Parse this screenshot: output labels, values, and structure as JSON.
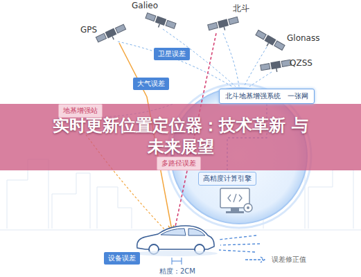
{
  "diagram": {
    "title": "实时更新位置定位器：技术革新 与未来展望",
    "nodes": [
      {
        "text": [
          "卫星误差"
        ]
      },
      {
        "text": [
          "大气误差"
        ]
      },
      {
        "text": [
          "北斗地基增强系统　一张网"
        ]
      },
      {
        "text": [
          "地基增强站"
        ]
      },
      {
        "text": [
          "多路径误差"
        ]
      },
      {
        "text": [
          "高精度计算引擎"
        ]
      },
      {
        "text": [
          "设备误差"
        ]
      }
    ],
    "edges": [
      {
        "from": 2,
        "to": 5,
        "arrow": "none"
      }
    ],
    "labels": [
      "Galieo",
      "北斗",
      "GPS",
      "Glonass",
      "QZSS",
      "精度：2CM"
    ],
    "legend": [
      {
        "text": "误差修正值"
      }
    ]
  }
}
